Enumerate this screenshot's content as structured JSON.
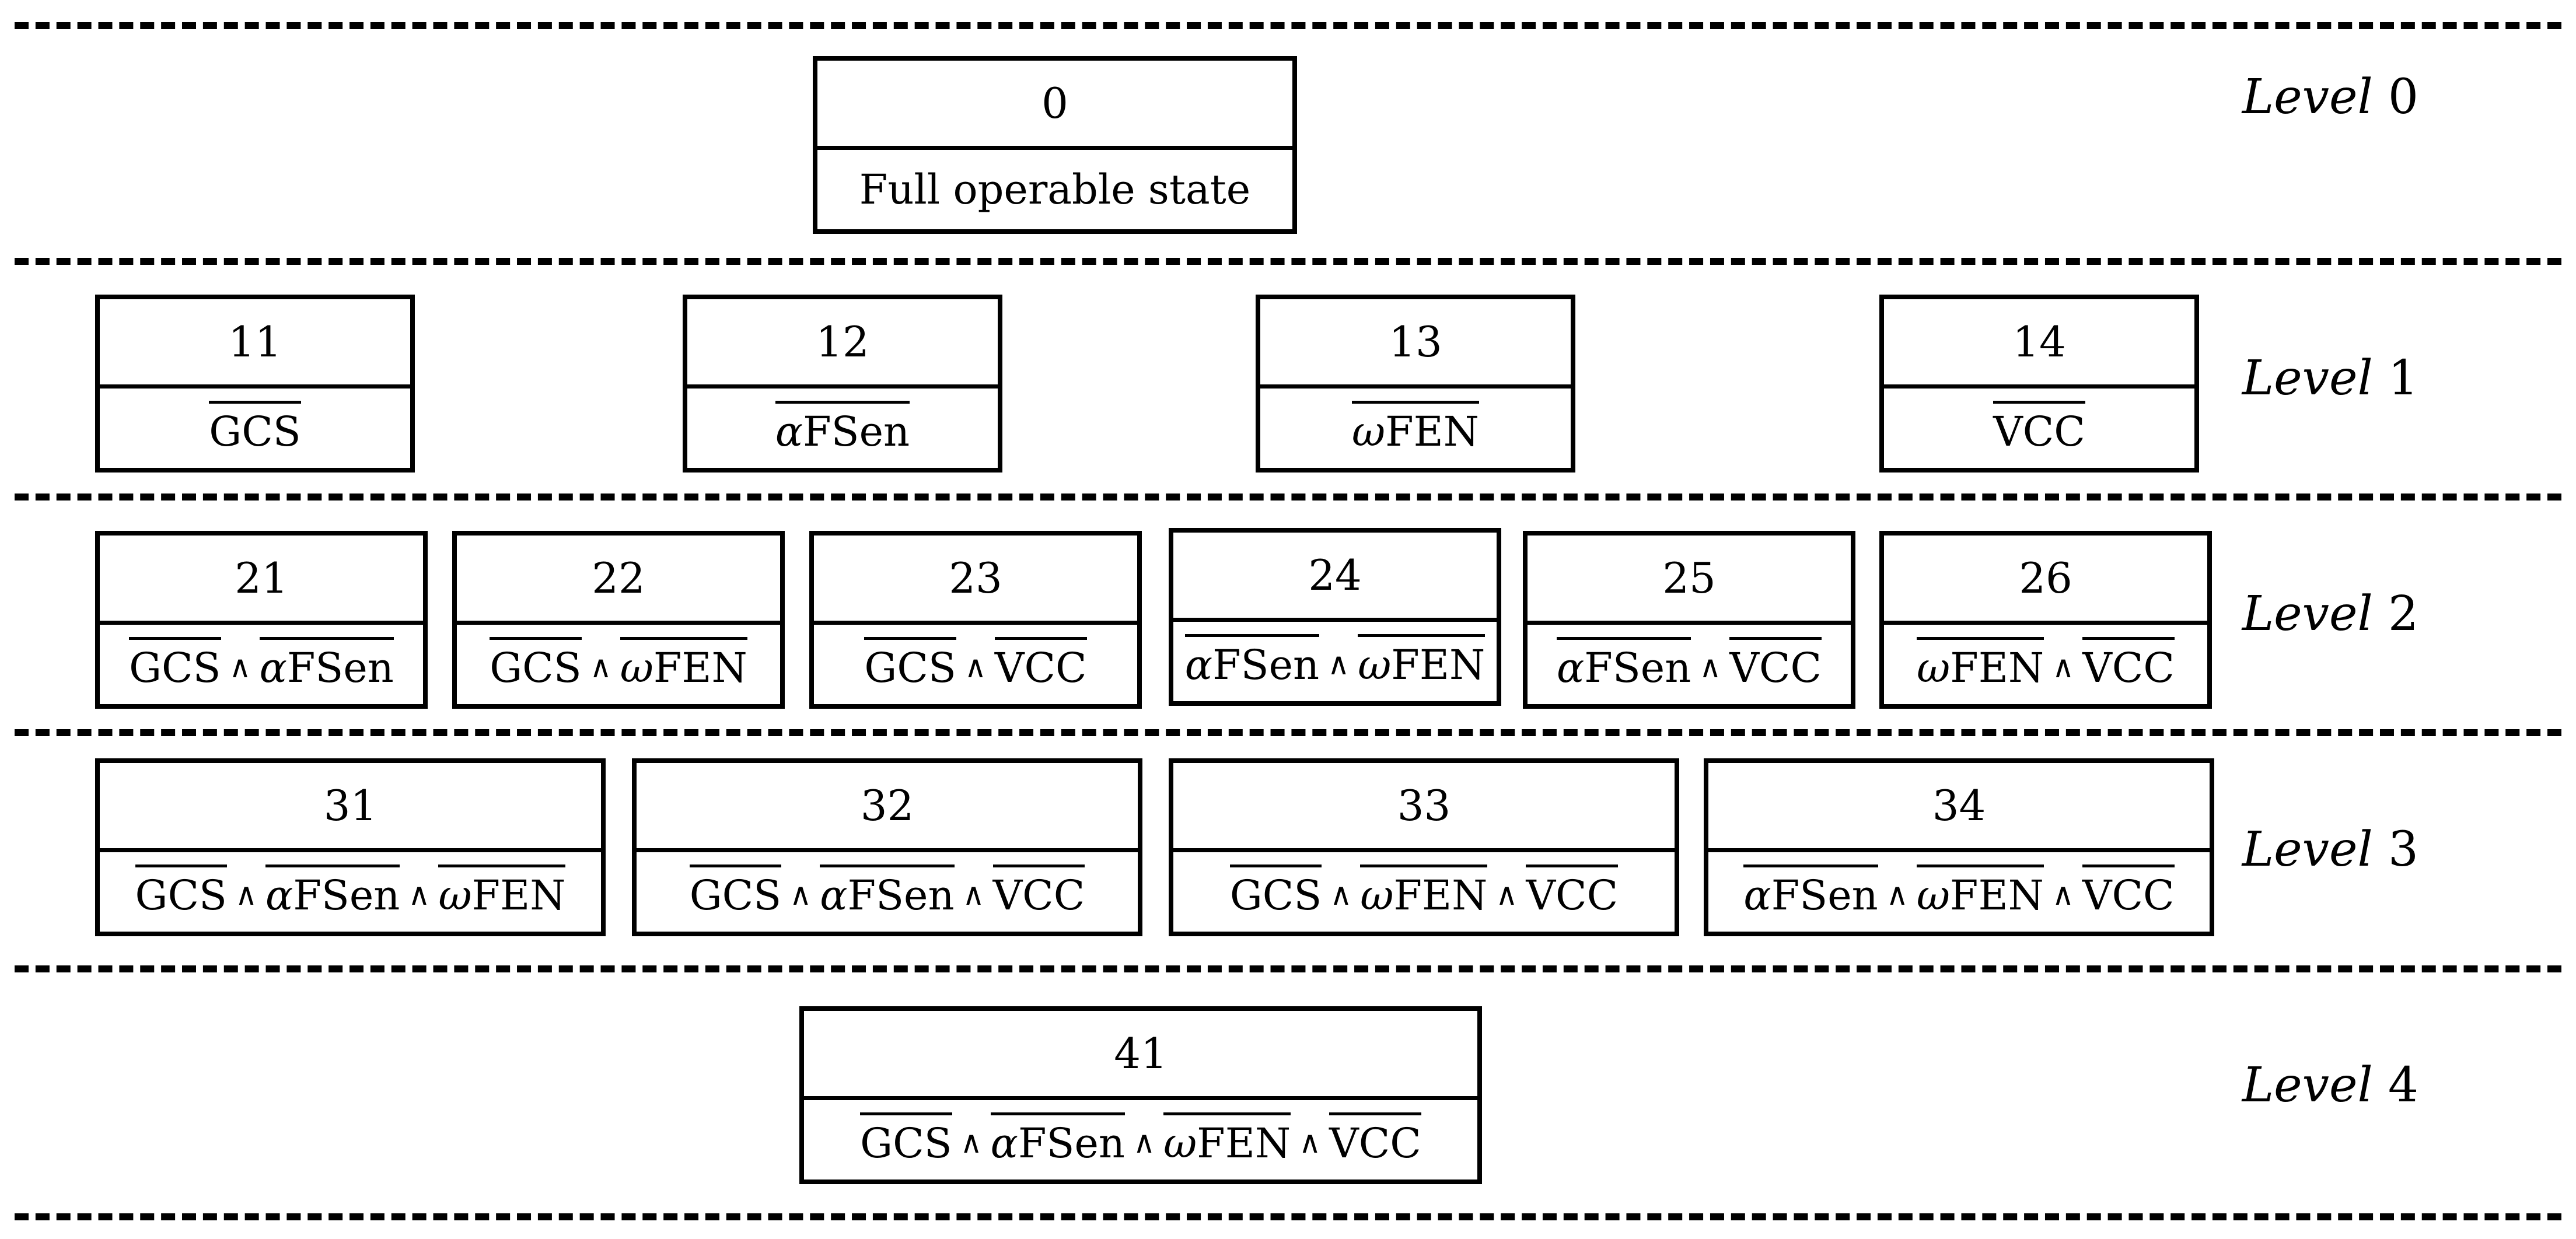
{
  "levels": [
    {
      "word": "Level",
      "num": "0"
    },
    {
      "word": "Level",
      "num": "1"
    },
    {
      "word": "Level",
      "num": "2"
    },
    {
      "word": "Level",
      "num": "3"
    },
    {
      "word": "Level",
      "num": "4"
    }
  ],
  "symbols": {
    "and": "∧",
    "alpha": "α",
    "omega": "ω"
  },
  "terms": {
    "gcs": "GCS",
    "fsen": "FSen",
    "fen": "FEN",
    "vcc": "VCC"
  },
  "states": {
    "s0": {
      "num": "0",
      "label": "Full operable state"
    },
    "s11": {
      "num": "11"
    },
    "s12": {
      "num": "12"
    },
    "s13": {
      "num": "13"
    },
    "s14": {
      "num": "14"
    },
    "s21": {
      "num": "21"
    },
    "s22": {
      "num": "22"
    },
    "s23": {
      "num": "23"
    },
    "s24": {
      "num": "24"
    },
    "s25": {
      "num": "25"
    },
    "s26": {
      "num": "26"
    },
    "s31": {
      "num": "31"
    },
    "s32": {
      "num": "32"
    },
    "s33": {
      "num": "33"
    },
    "s34": {
      "num": "34"
    },
    "s41": {
      "num": "41"
    }
  }
}
